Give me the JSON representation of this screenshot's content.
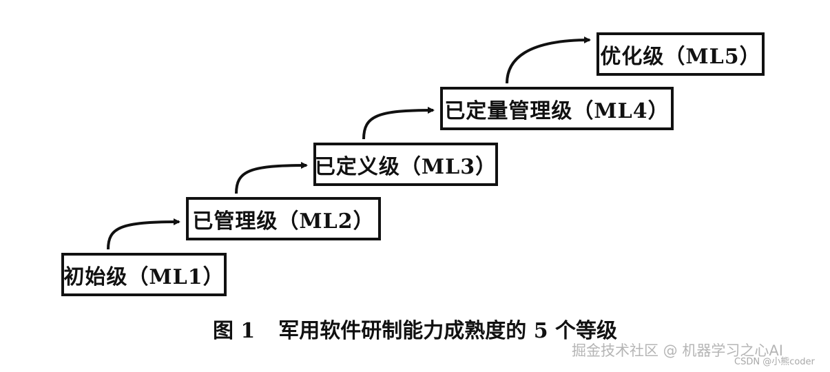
{
  "diagram": {
    "levels": [
      {
        "label": "初始级（ML1）"
      },
      {
        "label": "已管理级（ML2）"
      },
      {
        "label": "已定义级（ML3）"
      },
      {
        "label": "已定量管理级（ML4）"
      },
      {
        "label": "优化级（ML5）"
      }
    ]
  },
  "caption": {
    "figure_number": "图 1",
    "text": "军用软件研制能力成熟度的 5 个等级"
  },
  "watermark": {
    "main": "掘金技术社区 @ 机器学习之心AI",
    "sub": "CSDN @小熊coder"
  }
}
